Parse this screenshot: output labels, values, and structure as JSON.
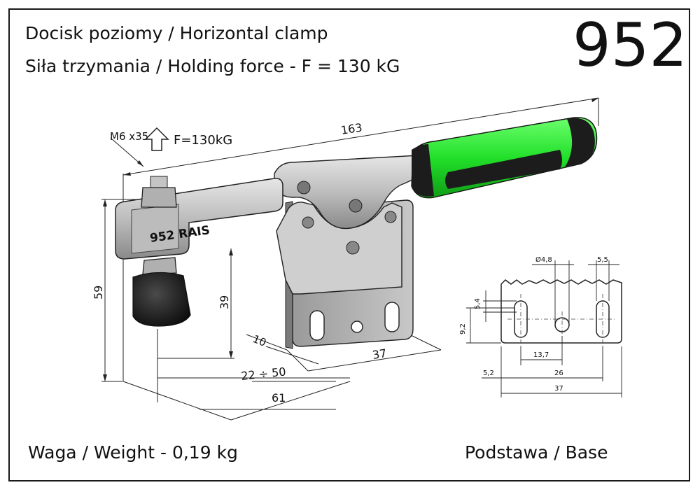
{
  "header": {
    "title_line1": "Docisk poziomy / Horizontal clamp",
    "title_line2": "Siła trzymania / Holding force - F = 130 kG",
    "model_number": "952"
  },
  "footer": {
    "weight": "Waga / Weight - 0,19 kg",
    "base_label": "Podstawa / Base"
  },
  "drawing": {
    "screw_label": "M6 x35",
    "force_label": "F=130kG",
    "engraving": "952 RAIS",
    "dim_length": "163",
    "dim_height": "59",
    "dim_spindle_height": "39",
    "dim_offset": "10",
    "dim_range": "22 ÷ 50",
    "dim_reach": "61",
    "dim_base_width": "37"
  },
  "base_plate": {
    "hole_dia": "Ø4,8",
    "slot_width": "5,5",
    "slot_height": "5,4",
    "center_height": "9,2",
    "center_offset": "13,7",
    "edge_offset": "5,2",
    "slot_spacing": "26",
    "total_width": "37"
  },
  "colors": {
    "handle_green": "#22e02a",
    "handle_dark": "#1c1c1c",
    "steel_light": "#d9d9d9",
    "steel_mid": "#a9a9a9",
    "steel_dark": "#6e6e6e"
  }
}
